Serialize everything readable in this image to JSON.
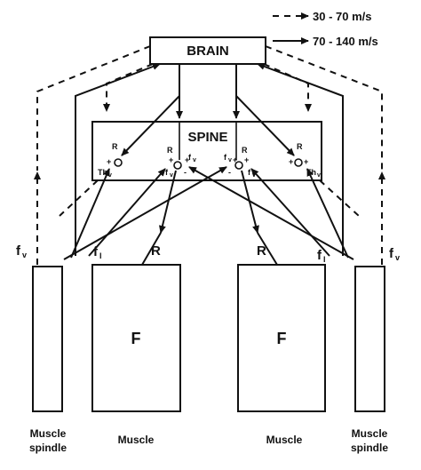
{
  "legend": {
    "slow": "30 - 70 m/s",
    "fast": "70 - 140 m/s"
  },
  "boxes": {
    "brain": "BRAIN",
    "spine": "SPINE",
    "muscle_left": "F",
    "muscle_right": "F"
  },
  "labels": {
    "r": "R",
    "th": "Th",
    "th_sub": "v",
    "f": "f",
    "f_sub_v": "v",
    "f_sub_i": "I",
    "plus": "+",
    "minus": "-"
  },
  "captions": {
    "muscle_spindle_line1": "Muscle",
    "muscle_spindle_line2": "spindle",
    "muscle": "Muscle"
  }
}
